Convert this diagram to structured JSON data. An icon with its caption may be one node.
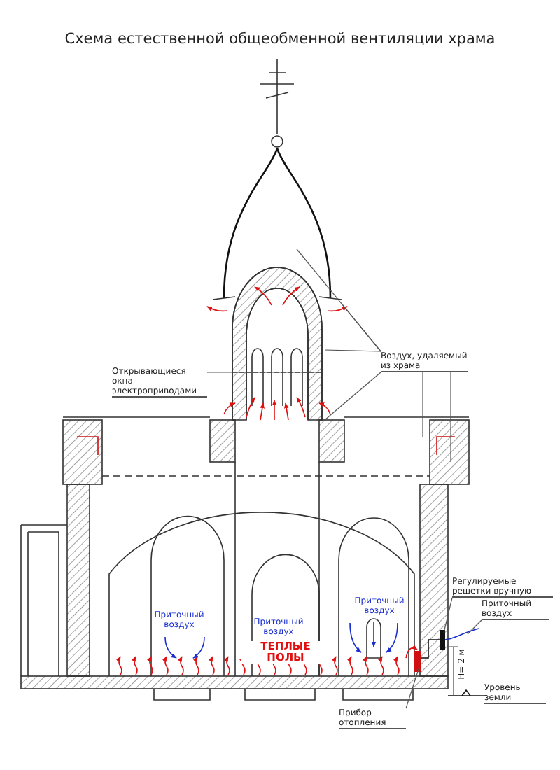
{
  "diagram": {
    "title": "Схема естественной общеобменной вентиляции храма",
    "nodes": [
      {
        "text": [
          "Воздух, удаляемый из храма"
        ]
      },
      {
        "text": [
          "Открывающиеся окна электроприводами"
        ]
      },
      {
        "text": [
          "Регулируемые решетки вручную"
        ]
      },
      {
        "text": [
          "Приточный воздух"
        ]
      },
      {
        "text": [
          "Уровень земли"
        ]
      },
      {
        "text": [
          "Прибор отопления"
        ]
      }
    ],
    "edges": [
      {
        "from": 0,
        "to": null,
        "arrow": "none"
      },
      {
        "from": 0,
        "to": null,
        "arrow": "none"
      },
      {
        "from": 0,
        "to": null,
        "arrow": "none"
      },
      {
        "from": 0,
        "to": null,
        "arrow": "none"
      },
      {
        "from": 0,
        "to": null,
        "arrow": "none"
      },
      {
        "from": 0,
        "to": null,
        "arrow": "none"
      },
      {
        "from": 1,
        "to": null,
        "arrow": "none"
      },
      {
        "from": 2,
        "to": null,
        "arrow": "none"
      },
      {
        "from": 3,
        "to": null,
        "arrow": "none"
      },
      {
        "from": 4,
        "to": null,
        "arrow": "none"
      },
      {
        "from": 5,
        "to": null,
        "arrow": "none"
      }
    ],
    "labels": [
      "Приточный воздух",
      "Приточный воздух",
      "Приточный воздух",
      "ТЕПЛЫЕ ПОЛЫ",
      "Н= 2 м"
    ]
  }
}
